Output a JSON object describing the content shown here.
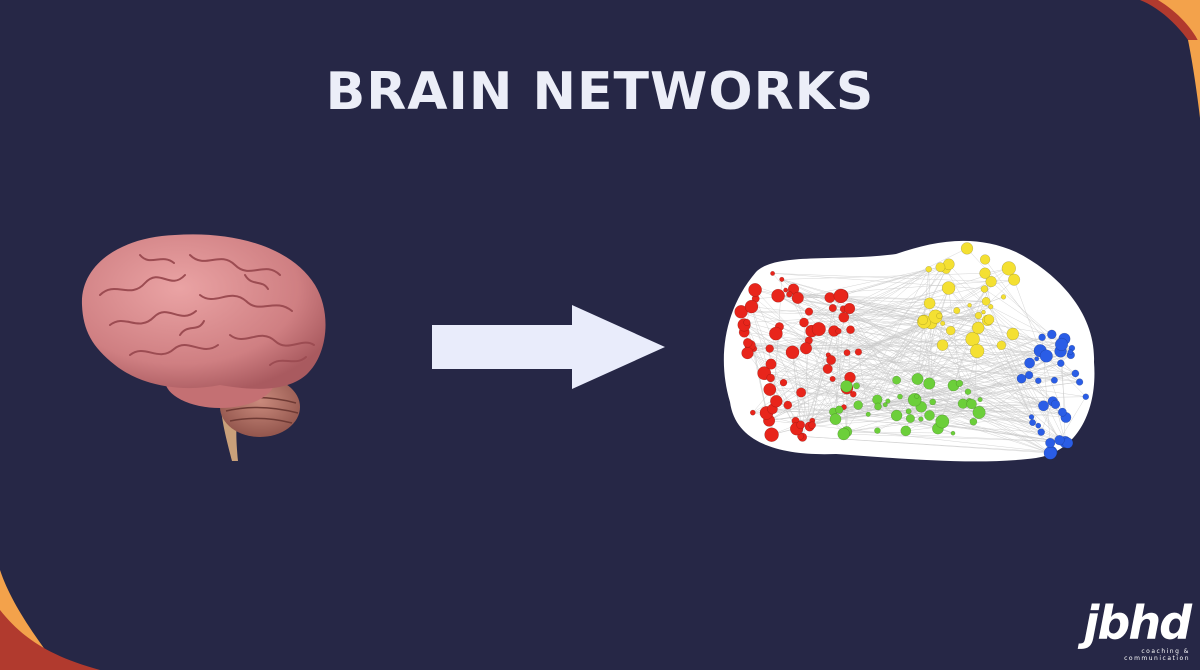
{
  "slide": {
    "title": "BRAIN NETWORKS",
    "logo": {
      "mark": "jbhd",
      "tagline": "coaching & communication"
    }
  },
  "colors": {
    "background": "#262746",
    "title": "#eceef8",
    "arrow": "#e9ecfb",
    "corner_orange": "#f3a24b",
    "corner_red": "#b13a2e",
    "brain": "#d58a8c",
    "network_edges": "#bdbdbd",
    "cluster_red": "#e8251b",
    "cluster_yellow": "#f4e032",
    "cluster_green": "#6ccf3a",
    "cluster_blue": "#2a5de6"
  },
  "icons": {
    "brain": "brain-illustration",
    "arrow": "right-arrow-icon",
    "network": "brain-network-graph"
  }
}
